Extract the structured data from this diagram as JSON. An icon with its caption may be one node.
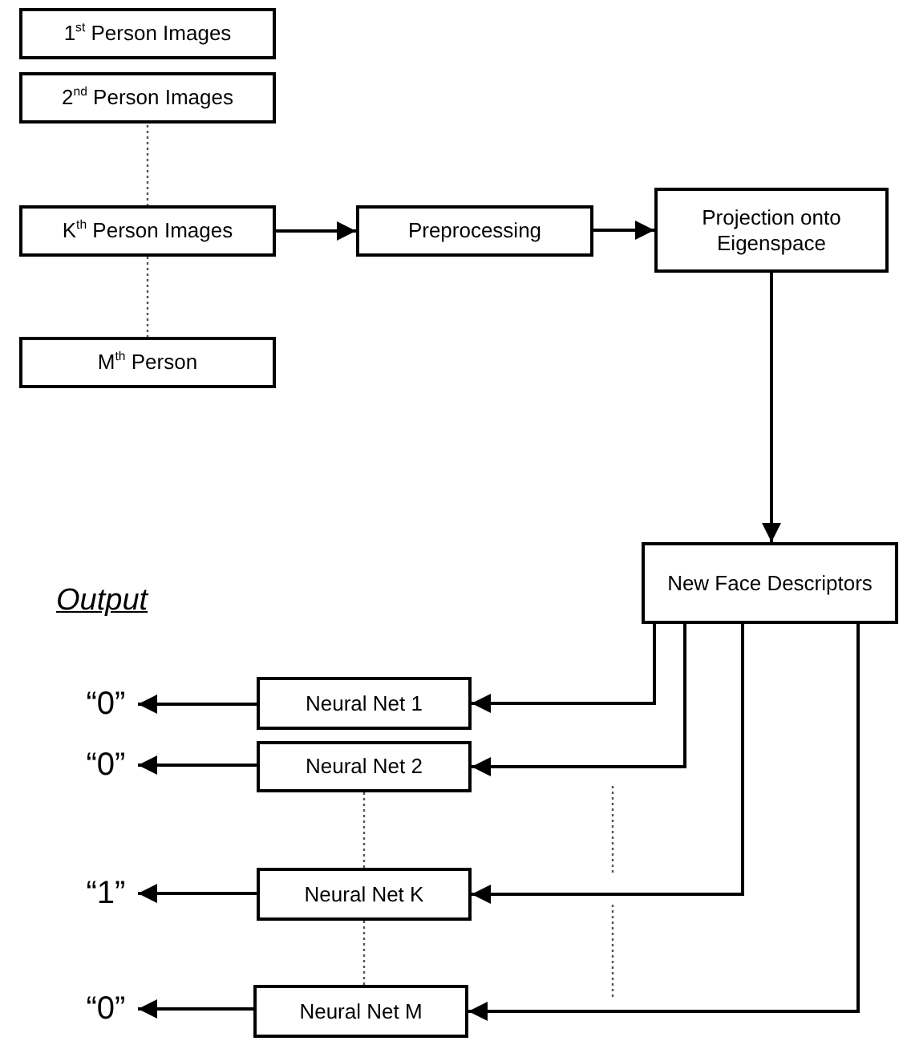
{
  "diagram": {
    "nodes": [
      {
        "text": [
          "1$^{st}$ Person Images"
        ]
      },
      {
        "text": [
          "2$^{nd}$ Person Images"
        ]
      },
      {
        "text": [
          "K$^{th}$ Person Images"
        ]
      },
      {
        "text": [
          "M$^{th}$ Person"
        ]
      },
      {
        "text": [
          "Preprocessing"
        ]
      },
      {
        "text": [
          "Projection onto Eigenspace"
        ]
      },
      {
        "text": [
          "New Face Descriptors"
        ]
      },
      {
        "text": [
          "Neural Net 1"
        ]
      },
      {
        "text": [
          "Neural Net 2"
        ]
      },
      {
        "text": [
          "Neural Net K"
        ]
      },
      {
        "text": [
          "Neural Net M"
        ]
      },
      {
        "text": [
          "“0”"
        ]
      },
      {
        "text": [
          "“0”"
        ]
      },
      {
        "text": [
          "“1”"
        ]
      },
      {
        "text": [
          "“0”"
        ]
      }
    ],
    "edges": [
      {
        "from": 2,
        "to": 4,
        "arrow": "to"
      },
      {
        "from": 4,
        "to": 5,
        "arrow": "to"
      },
      {
        "from": 5,
        "to": 6,
        "arrow": "to"
      },
      {
        "from": 6,
        "to": 7,
        "arrow": "to"
      },
      {
        "from": 6,
        "to": 8,
        "arrow": "to"
      },
      {
        "from": 6,
        "to": 9,
        "arrow": "to"
      },
      {
        "from": 6,
        "to": 10,
        "arrow": "to"
      },
      {
        "from": 7,
        "to": 11,
        "arrow": "to"
      },
      {
        "from": 8,
        "to": 12,
        "arrow": "to"
      },
      {
        "from": 9,
        "to": 13,
        "arrow": "to"
      },
      {
        "from": 10,
        "to": 14,
        "arrow": "to"
      }
    ],
    "labels": [
      "Output"
    ]
  }
}
